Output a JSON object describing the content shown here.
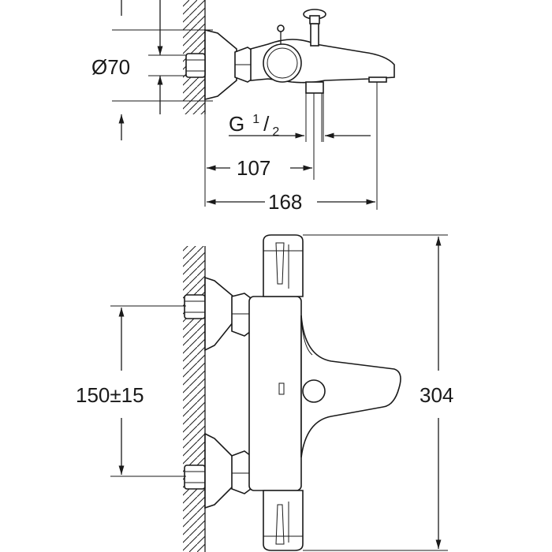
{
  "dimensions": {
    "diameter": "Ø70",
    "thread_main": "G",
    "thread_sup": "1",
    "thread_slash": "/",
    "thread_sub": "2",
    "depth_spout_outlet": "107",
    "depth_total": "168",
    "inlet_spacing": "150±15",
    "height_total": "304"
  }
}
